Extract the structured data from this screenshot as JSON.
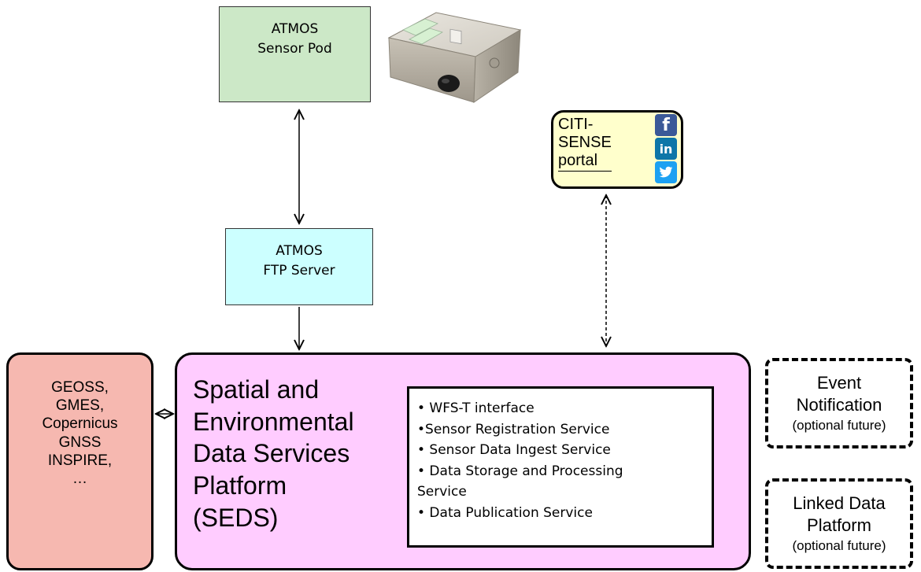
{
  "atmos_pod": {
    "line1": "ATMOS",
    "line2": "Sensor Pod"
  },
  "ftp_server": {
    "line1": "ATMOS",
    "line2": "FTP Server"
  },
  "portal": {
    "line1": "CITI-",
    "line2": "SENSE",
    "line3": "portal"
  },
  "social_icons": [
    "facebook-icon",
    "linkedin-icon",
    "twitter-icon"
  ],
  "geoss": {
    "lines": [
      "GEOSS,",
      "GMES,",
      "Copernicus",
      "GNSS",
      "INSPIRE,",
      "…"
    ]
  },
  "seds": {
    "title_lines": [
      "Spatial and",
      "Environmental",
      "Data Services",
      "Platform",
      "(SEDS)"
    ],
    "services": [
      "• WFS-T interface",
      "•Sensor Registration Service",
      "• Sensor Data Ingest Service",
      "• Data Storage and Processing",
      "Service",
      "• Data Publication Service"
    ]
  },
  "event_notification": {
    "line1": "Event",
    "line2": "Notification",
    "note": "(optional future)"
  },
  "linked_data": {
    "line1": "Linked Data",
    "line2": "Platform",
    "note": "(optional future)"
  },
  "colors": {
    "pod": "#cce8c7",
    "ftp": "#ccffff",
    "portal": "#ffffcc",
    "geoss": "#f6b8b0",
    "seds": "#ffccff"
  }
}
